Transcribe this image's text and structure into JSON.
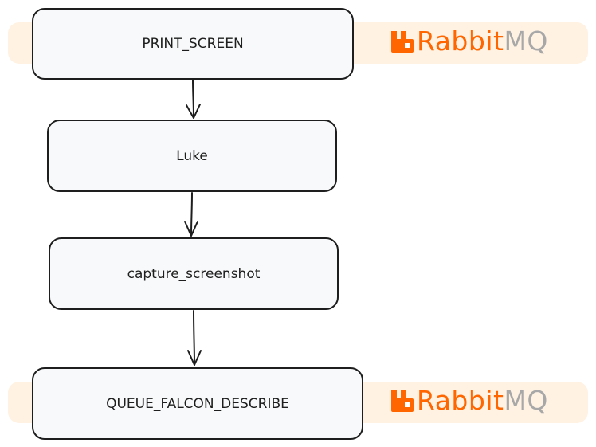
{
  "colors": {
    "node_fill": "#f8f9fa",
    "node_stroke": "#1e1e1e",
    "highlight": "#fff2e3",
    "brand_primary": "#ff6600",
    "brand_secondary": "#a8a8a8",
    "arrow": "#1e1e1e"
  },
  "nodes": [
    {
      "label": "PRINT_SCREEN",
      "highlighted": true
    },
    {
      "label": "Luke",
      "highlighted": false
    },
    {
      "label": "capture_screenshot",
      "highlighted": false
    },
    {
      "label": "QUEUE_FALCON_DESCRIBE",
      "highlighted": true
    }
  ],
  "brand": {
    "icon": "rabbitmq-logo-icon",
    "part1": "Rabbit",
    "part2": "MQ"
  },
  "edges": [
    {
      "from": "PRINT_SCREEN",
      "to": "Luke"
    },
    {
      "from": "Luke",
      "to": "capture_screenshot"
    },
    {
      "from": "capture_screenshot",
      "to": "QUEUE_FALCON_DESCRIBE"
    }
  ]
}
